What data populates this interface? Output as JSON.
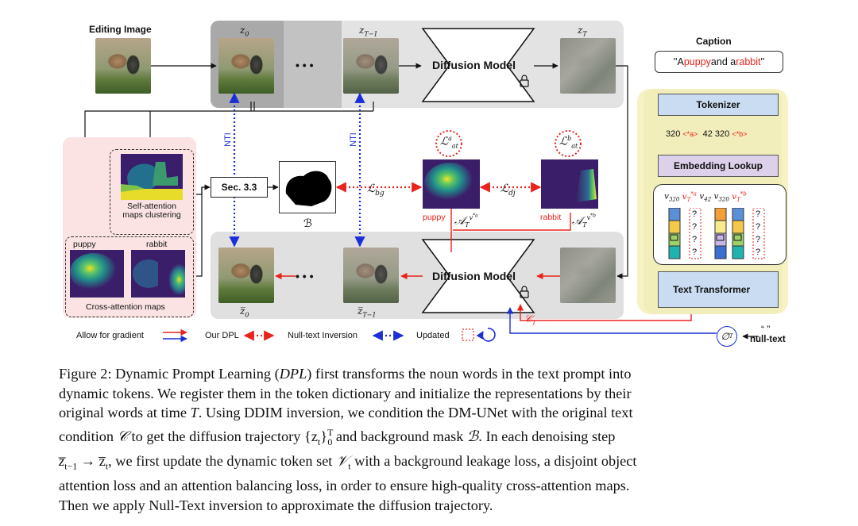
{
  "figure": {
    "editing_image_label": "Editing Image",
    "z0": "z",
    "z0_sub": "0",
    "zT1": "z",
    "zT1_sub": "T−1",
    "zT": "z",
    "zT_sub": "T",
    "zbar0": "z̅",
    "zbar0_sub": "0",
    "zbarT1": "z̅",
    "zbarT1_sub": "T−1",
    "dots": "• • •",
    "diffusion_top": "Diffusion Model",
    "diffusion_bottom": "Diffusion Model",
    "nti_left": "NTI",
    "nti_right": "NTI",
    "sec_box": "Sec. 3.3",
    "mask_label": "ℬ",
    "loss_bg": "ℒ",
    "loss_bg_sub": "bg",
    "loss_dj": "ℒ",
    "loss_dj_sub": "dj",
    "loss_at": "ℒ",
    "loss_at_sub": "at",
    "loss_at_sup_a": "a",
    "loss_at_sup_b": "b",
    "puppy_small": "puppy",
    "rabbit_small": "rabbit",
    "attn_a": "𝒜",
    "attn_sub": "T",
    "attn_a_sup": "v",
    "attn_a_supsup": "*a",
    "attn_b_supsup": "*b",
    "self_attention_label": "Self-attention maps clustering",
    "cross_attention_label": "Cross-attention maps",
    "cross_puppy": "puppy",
    "cross_rabbit": "rabbit",
    "condition": "𝒞",
    "condition_sub": "T",
    "caption_title": "Caption",
    "caption_pre": "''A ",
    "caption_puppy": "puppy",
    "caption_mid": " and a ",
    "caption_rabbit": "rabbit",
    "caption_post": "''",
    "tokenizer": "Tokenizer",
    "tok_320a": "320",
    "tok_a": "<*a>",
    "tok_42": "42",
    "tok_320b": "320",
    "tok_b": "<*b>",
    "embedding_lookup": "Embedding Lookup",
    "v320a": "v",
    "v320a_sub": "320",
    "vTa": "v",
    "vTa_sub": "T",
    "vTa_sup": "*a",
    "v42": "v",
    "v42_sub": "42",
    "v320b": "v",
    "v320b_sub": "320",
    "vTb": "v",
    "vTb_sub": "T",
    "vTb_sup": "*b",
    "qmark": "?",
    "text_transformer": "Text Transformer",
    "null_symbol": "∅",
    "null_sub": "T",
    "null_quotes": "“  ”",
    "null_text": "null-text",
    "legend_gradient": "Allow for gradient",
    "legend_dpl": "Our DPL",
    "legend_nti": "Null-text Inversion",
    "legend_updated": "Updated"
  },
  "caption": {
    "lines": [
      [
        "Figure 2: Dynamic Prompt Learning (",
        "DPL",
        ") first transforms the noun words in the text prompt into"
      ],
      [
        "dynamic tokens. We register them in the token dictionary and initialize the representations by their"
      ],
      [
        "original words at time ",
        "T",
        ". Using DDIM inversion, we condition the DM-UNet with the original text"
      ],
      [
        "condition ",
        "𝒞",
        " to get the diffusion trajectory {z",
        "t",
        "}",
        "T",
        "0",
        " and background mask ",
        "ℬ",
        ". In each denoising step"
      ],
      [
        "z̅",
        "t−1",
        " → z̅",
        "t",
        ", we first update the dynamic token set ",
        "𝒱",
        "t",
        " with a background leakage loss, a disjoint object"
      ],
      [
        "attention loss and an attention balancing loss, in order to ensure high-quality cross-attention maps."
      ],
      [
        "Then we apply Null-Text inversion to approximate the diffusion trajectory."
      ]
    ]
  },
  "colors": {
    "gradient_red": "#e8231c",
    "gradient_blue": "#1a2fd6",
    "nti_blue": "#1a2fd6",
    "dpl_red": "#e8231c",
    "panel_gray": "#d4d4d4",
    "panel_dark": "#a9a9a9",
    "pink_panel": "#fbe3e3",
    "yellow_panel": "#f6f2c4",
    "box_blue": "#c9dcf1",
    "box_purple": "#ddd0ea",
    "heat_dark": "#3b1e6a",
    "heat_green": "#27a07e",
    "heat_yellow": "#f2e22a"
  }
}
